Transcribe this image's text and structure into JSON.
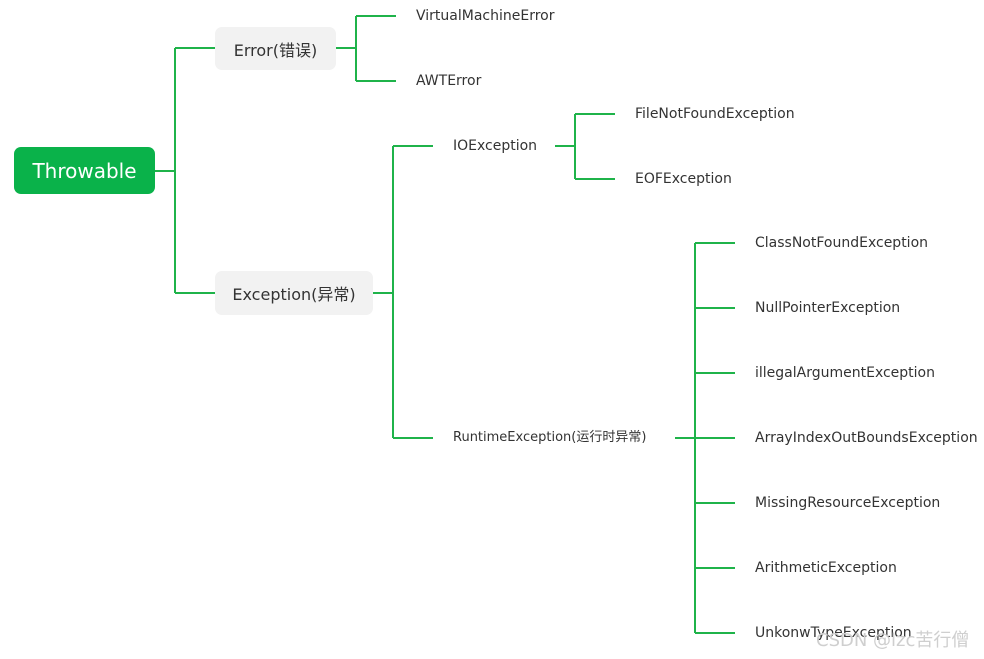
{
  "colors": {
    "root_fill": "#0ab24a",
    "branch_fill": "#f2f2f2",
    "connector": "#1fb34a"
  },
  "root": {
    "label": "Throwable"
  },
  "error": {
    "label": "Error(错误)",
    "children": [
      "VirtualMachineError",
      "AWTError"
    ]
  },
  "exception": {
    "label": "Exception(异常)",
    "io": {
      "label": "IOException",
      "children": [
        "FileNotFoundException",
        "EOFException"
      ]
    },
    "runtime": {
      "label": "RuntimeException(运行时异常)",
      "children": [
        "ClassNotFoundException",
        "NullPointerException",
        "illegalArgumentException",
        "ArrayIndexOutBoundsException",
        "MissingResourceException",
        "ArithmeticException",
        "UnkonwTypeException"
      ]
    }
  },
  "watermark": "CSDN @lzc苦行僧"
}
